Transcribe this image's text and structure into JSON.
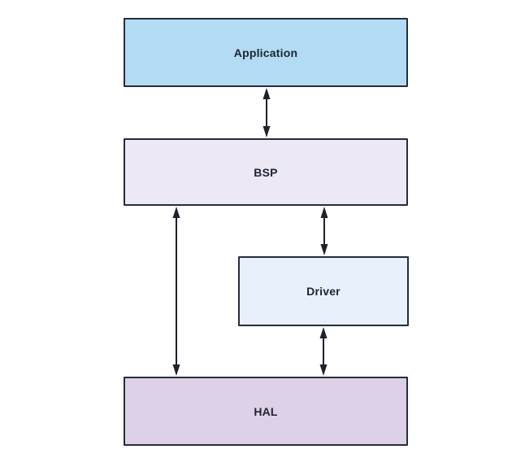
{
  "diagram": {
    "nodes": [
      {
        "id": "application",
        "label": "Application",
        "fill": "#b3dcf4"
      },
      {
        "id": "bsp",
        "label": "BSP",
        "fill": "#ece8f4"
      },
      {
        "id": "driver",
        "label": "Driver",
        "fill": "#e8f1fb"
      },
      {
        "id": "hal",
        "label": "HAL",
        "fill": "#dcd1e6"
      }
    ],
    "edges": [
      {
        "from": "Application",
        "to": "BSP",
        "type": "bidirectional-arrow"
      },
      {
        "from": "BSP",
        "to": "Driver",
        "type": "bidirectional-arrow"
      },
      {
        "from": "BSP",
        "to": "HAL",
        "type": "bidirectional-arrow"
      },
      {
        "from": "Driver",
        "to": "HAL",
        "type": "bidirectional-arrow"
      }
    ],
    "colors": {
      "background": "#ffffff",
      "border": "#262c3d",
      "arrow": "#1d222e",
      "text": "#1d2433"
    }
  }
}
